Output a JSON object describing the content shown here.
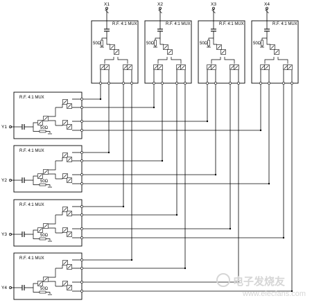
{
  "column_inputs": [
    "X1",
    "X2",
    "X3",
    "X4"
  ],
  "row_inputs": [
    "Y1",
    "Y2",
    "Y3",
    "Y4"
  ],
  "mux_label": "R.F. 4:1 MUX",
  "resistor_label": "50Ω",
  "watermark": {
    "brand": "电子发烧友",
    "url": "www.elecfans.com"
  },
  "colors": {
    "line": "#000000",
    "box_fill": "#ffffff",
    "watermark": "#d6d6d6"
  }
}
